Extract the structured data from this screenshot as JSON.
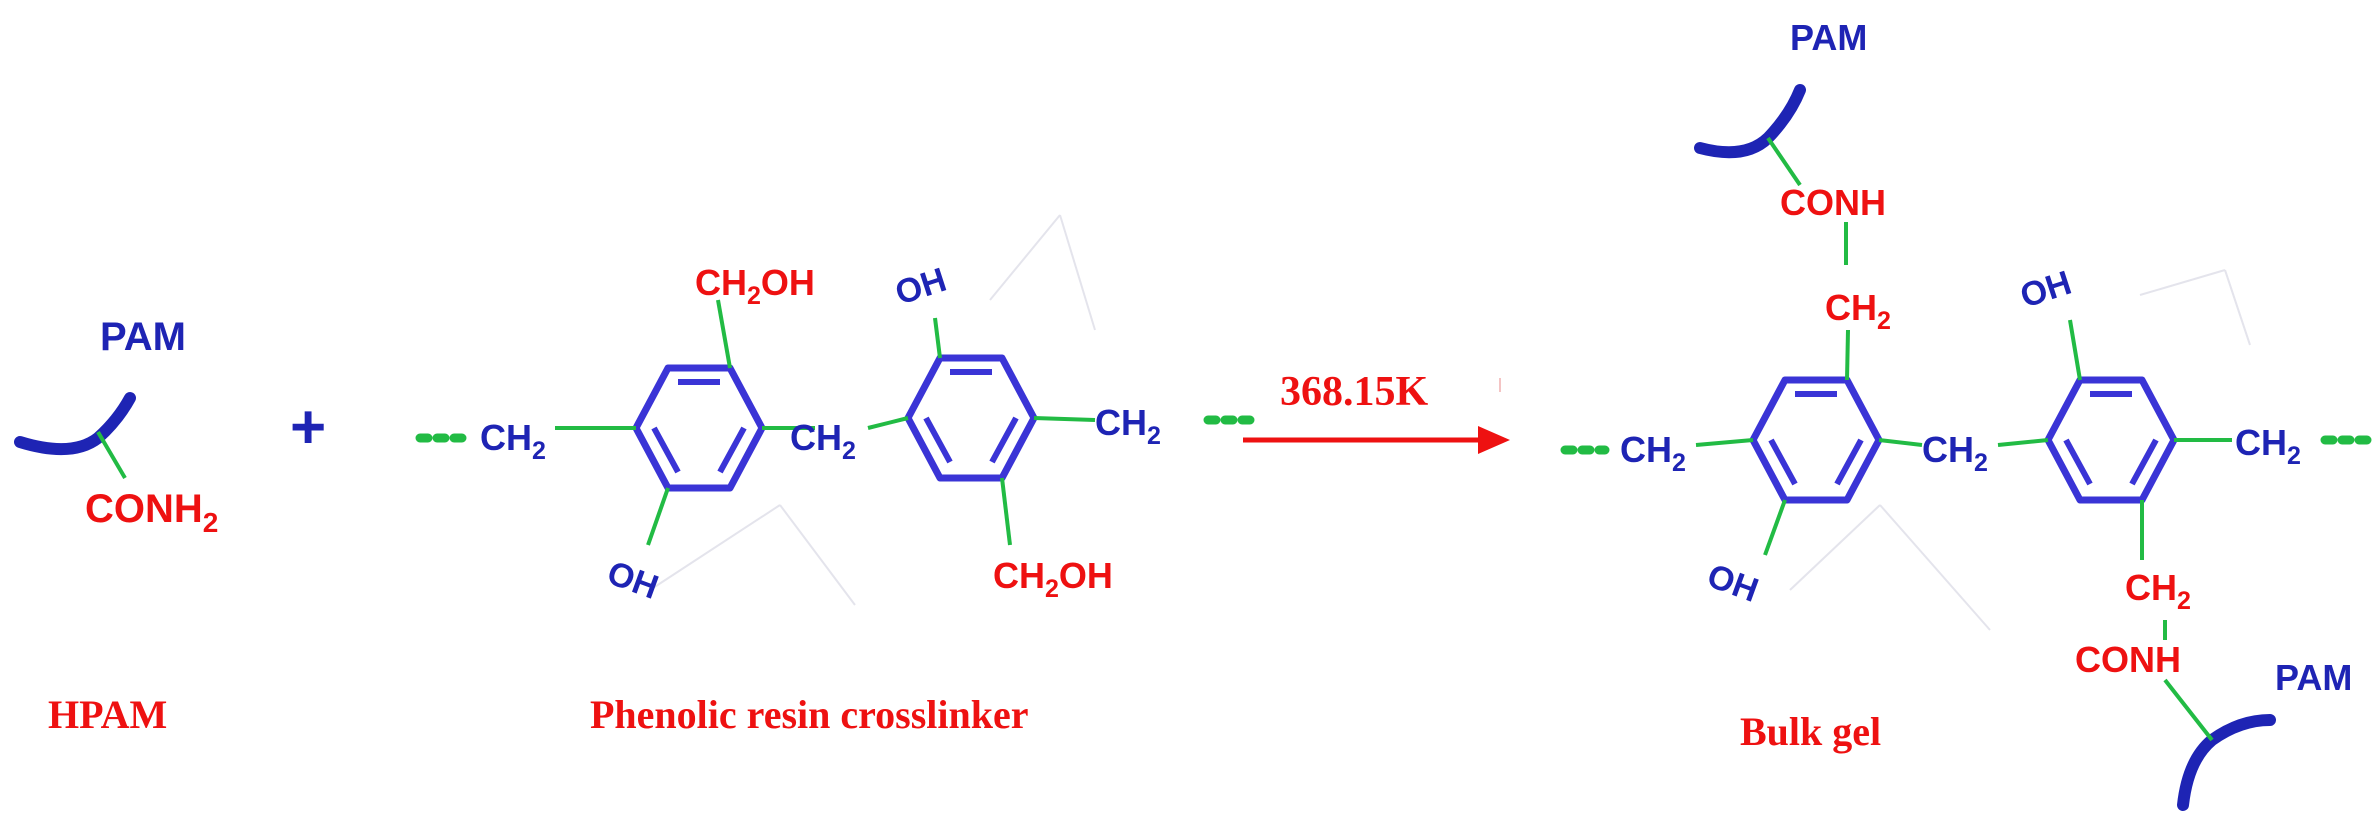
{
  "colors": {
    "polymer": "#1e24b4",
    "heteroatom": "#ee1111",
    "bond": "#22bb44",
    "ring": "#3a34d6",
    "dots": "#22bb44",
    "arrow": "#ee1111",
    "caption": "#ee1111"
  },
  "hpam": {
    "chain": "PAM",
    "group": "CONH",
    "group_sub": "2",
    "caption": "HPAM"
  },
  "plus": "+",
  "resin": {
    "ch2_left": "CH",
    "ch2_bridge": "CH",
    "ch2_right": "CH",
    "ch2_sub": "2",
    "ch2oh_top_a": "CH",
    "ch2oh_top_b": "OH",
    "ch2oh_bottom_a": "CH",
    "ch2oh_bottom_b": "OH",
    "oh_left": "OH",
    "oh_right": "OH",
    "caption": "Phenolic resin crosslinker"
  },
  "reaction": {
    "condition": "368.15K"
  },
  "gel": {
    "pam_top": "PAM",
    "pam_bottom": "PAM",
    "conh_top": "CONH",
    "conh_bottom": "CONH",
    "ch2_link_top": "CH",
    "ch2_link_bottom": "CH",
    "ch2_left": "CH",
    "ch2_bridge": "CH",
    "ch2_right": "CH",
    "ch2_sub": "2",
    "oh_left": "OH",
    "oh_right": "OH",
    "caption": "Bulk gel"
  }
}
